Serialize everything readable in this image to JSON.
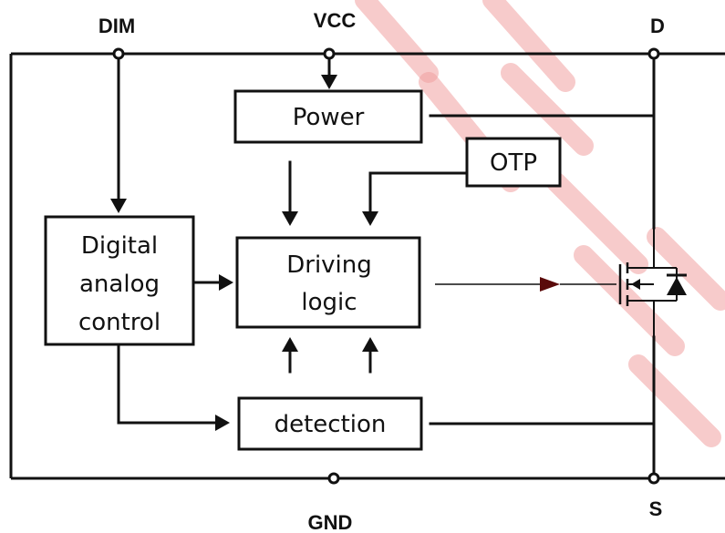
{
  "pins": {
    "dim": "DIM",
    "vcc": "VCC",
    "drain": "D",
    "gnd": "GND",
    "source": "S"
  },
  "blocks": {
    "power": "Power",
    "otp": "OTP",
    "digital_analog_control": [
      "Digital",
      "analog",
      "control"
    ],
    "driving_logic": [
      "Driving",
      "logic"
    ],
    "detection": "detection"
  },
  "colors": {
    "line": "#111111",
    "gate_arrow": "#5a0a0a",
    "watermark": "#f0a0a0"
  }
}
